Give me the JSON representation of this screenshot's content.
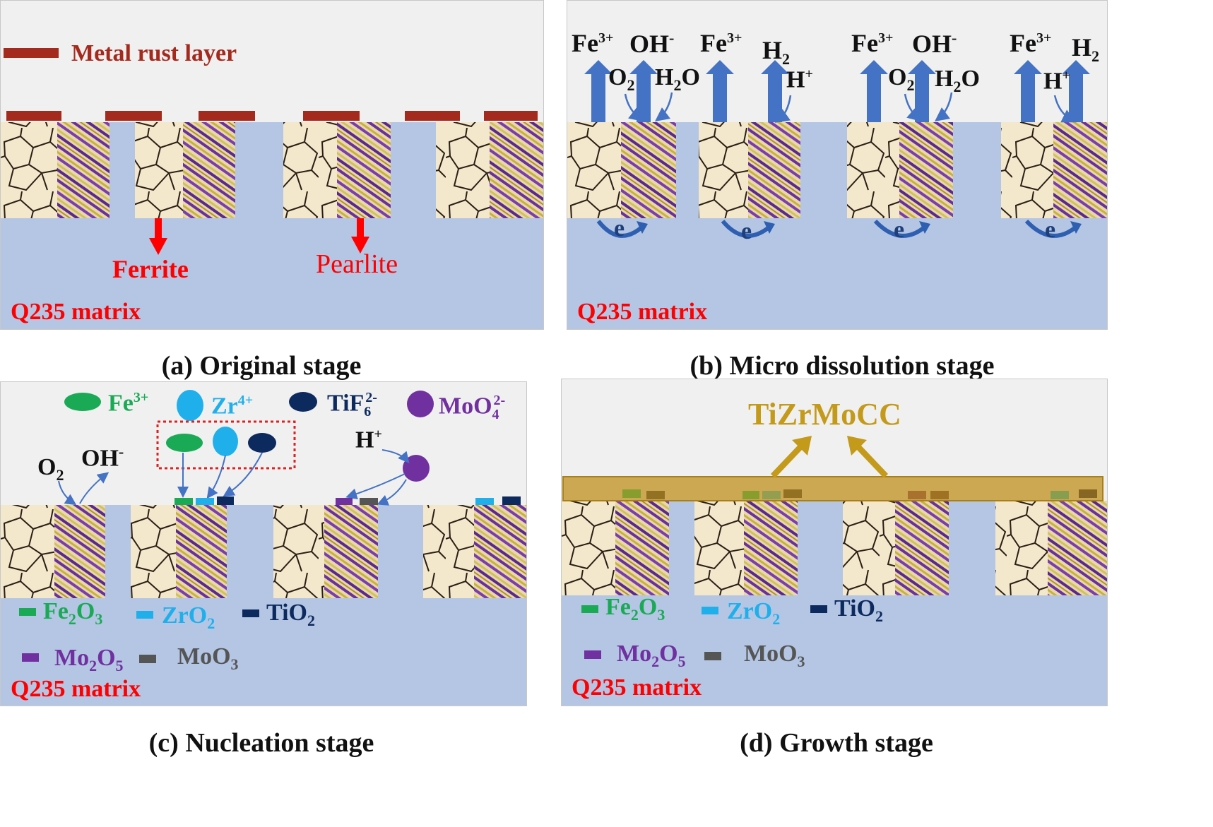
{
  "panel_a": {
    "legend_rust": "Metal rust layer",
    "ferrite": "Ferrite",
    "pearlite": "Pearlite",
    "matrix": "Q235 matrix",
    "caption": "(a) Original stage"
  },
  "panel_b": {
    "matrix": "Q235 matrix",
    "caption": "(b) Micro dissolution stage",
    "fe": "Fe",
    "fe_sup": "3+",
    "oh": "OH",
    "oh_sup": "-",
    "h2": "H",
    "h2_sub": "2",
    "o2": "O",
    "o2_sub": "2",
    "h2o_h": "H",
    "h2o_sub": "2",
    "h2o_o": "O",
    "hplus": "H",
    "hplus_sup": "+",
    "electron": "e"
  },
  "panel_c": {
    "matrix": "Q235 matrix",
    "caption": "(c) Nucleation stage",
    "ion_fe": "Fe",
    "ion_fe_sup": "3+",
    "ion_zr": "Zr",
    "ion_zr_sup": "4+",
    "ion_ti": "TiF",
    "ion_ti_sub": "6",
    "ion_ti_sup": "2-",
    "ion_mo": "MoO",
    "ion_mo_sub": "4",
    "ion_mo_sup": "2-",
    "o2": "O",
    "o2_sub": "2",
    "oh": "OH",
    "oh_sup": "-",
    "hplus": "H",
    "hplus_sup": "+",
    "leg_fe2o3_a": "Fe",
    "leg_fe2o3_s1": "2",
    "leg_fe2o3_b": "O",
    "leg_fe2o3_s2": "3",
    "leg_zro2_a": "ZrO",
    "leg_zro2_s": "2",
    "leg_tio2_a": "TiO",
    "leg_tio2_s": "2",
    "leg_mo2o5_a": "Mo",
    "leg_mo2o5_s1": "2",
    "leg_mo2o5_b": "O",
    "leg_mo2o5_s2": "5",
    "leg_moo3_a": "MoO",
    "leg_moo3_s": "3"
  },
  "panel_d": {
    "title": "TiZrMoCC",
    "matrix": "Q235 matrix",
    "caption": "(d) Growth stage"
  },
  "colors": {
    "matrix": "#b4c6e4",
    "panel_bg": "#f0f0f0",
    "rust": "#a52a1e",
    "red_text": "#ff0000",
    "arrow_blue": "#4472c4",
    "fe2o3": "#1aaa55",
    "zro2": "#1fb0ec",
    "tio2": "#0d2a5e",
    "mo2o5": "#7030a0",
    "moo3": "#555555",
    "coating": "#c8a040",
    "coating_text": "#c49a1a"
  }
}
